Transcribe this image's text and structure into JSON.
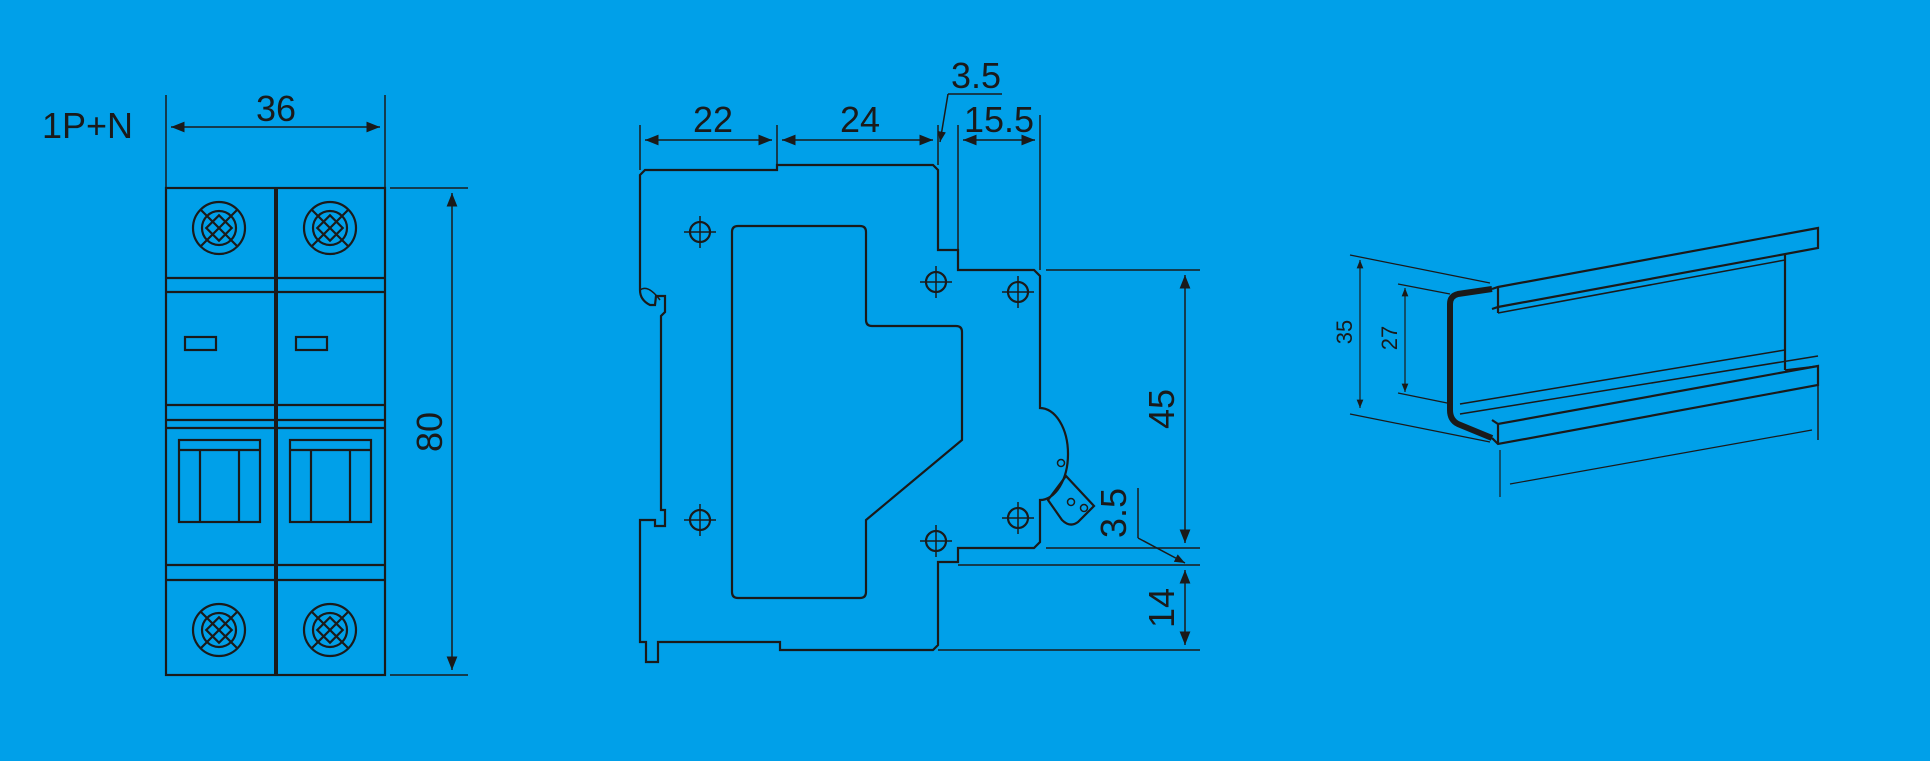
{
  "front_view": {
    "pole_label": "1P+N",
    "width_dim": "36",
    "height_dim": "80"
  },
  "side_view": {
    "dims": {
      "d22": "22",
      "d24": "24",
      "d3_5_top": "3.5",
      "d15_5": "15.5",
      "d45": "45",
      "d3_5_right": "3.5",
      "d14": "14"
    }
  },
  "rail_view": {
    "height_outer": "35",
    "height_inner": "27"
  },
  "colors": {
    "background": "#00a0e9",
    "line": "#1a1a1a"
  }
}
